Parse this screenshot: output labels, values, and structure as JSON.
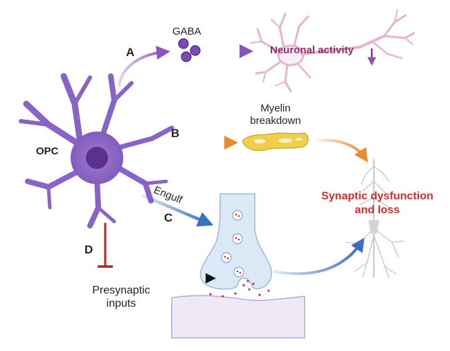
{
  "labels": {
    "gaba": "GABA",
    "neuronal_activity": "Neuronal activity",
    "myelin_line1": "Myelin",
    "myelin_line2": "breakdown",
    "opc": "OPC",
    "engulf": "Engulf",
    "synaptic_line1": "Synaptic dysfunction",
    "synaptic_line2": "and loss",
    "presynaptic_line1": "Presynaptic",
    "presynaptic_line2": "inputs"
  },
  "pathways": {
    "a": "A",
    "b": "B",
    "c": "C",
    "d": "D"
  },
  "colors": {
    "opc": "#8a63c6",
    "opc_nucleus": "#5d2f8e",
    "path_a": "#8a55b8",
    "path_b": "#e98a2d",
    "path_c": "#3b6fc0",
    "path_d": "#b3232a",
    "neuronal_activity_text": "#8b2e6e",
    "neuron_outline": "#e6b3d1",
    "synaptic_text": "#c9302c",
    "myelin": "#f1cf4a",
    "synapse_fill": "#dbe8f6",
    "postsynaptic_fill": "#efe9f6"
  }
}
